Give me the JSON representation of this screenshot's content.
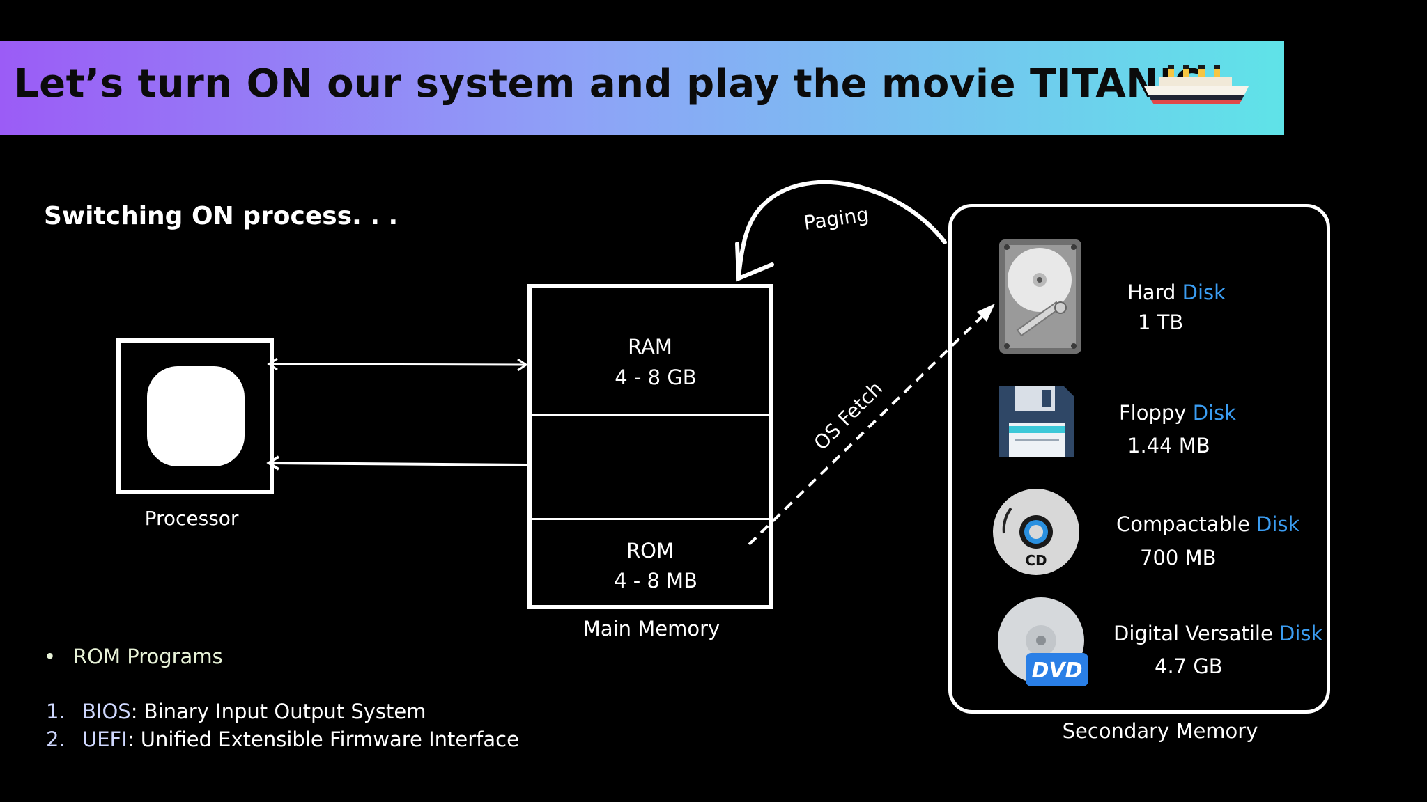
{
  "banner": {
    "title": "Let’s turn ON our system and play the movie TITANIC..",
    "icon": "ship-icon"
  },
  "subtitle": "Switching ON process. . .",
  "processor": {
    "label": "Processor"
  },
  "main_memory": {
    "label": "Main Memory",
    "ram": {
      "name": "RAM",
      "size": "4 - 8 GB"
    },
    "rom": {
      "name": "ROM",
      "size": "4 - 8 MB"
    }
  },
  "arrows": {
    "paging": "Paging",
    "os_fetch": "OS Fetch"
  },
  "secondary_memory": {
    "label": "Secondary Memory",
    "disks": [
      {
        "prefix": "Hard",
        "suffix": "Disk",
        "size": "1 TB",
        "icon": "hard-disk-icon"
      },
      {
        "prefix": "Floppy",
        "suffix": "Disk",
        "size": "1.44 MB",
        "icon": "floppy-disk-icon"
      },
      {
        "prefix": "Compactable",
        "suffix": "Disk",
        "size": "700 MB",
        "icon": "cd-icon",
        "icon_text": "CD"
      },
      {
        "prefix": "Digital Versatile",
        "suffix": "Disk",
        "size": "4.7 GB",
        "icon": "dvd-icon",
        "icon_text": "DVD"
      }
    ]
  },
  "notes": {
    "bullet": "ROM Programs",
    "list": [
      {
        "num": "1.",
        "term": "BIOS",
        "desc": ": Binary Input Output System"
      },
      {
        "num": "2.",
        "term": "UEFI",
        "desc": ": Unified Extensible Firmware Interface"
      }
    ]
  },
  "colors": {
    "accent": "#3b9df2",
    "banner_start": "#9b5cf6",
    "banner_end": "#5fe3e8",
    "background": "#000000"
  }
}
